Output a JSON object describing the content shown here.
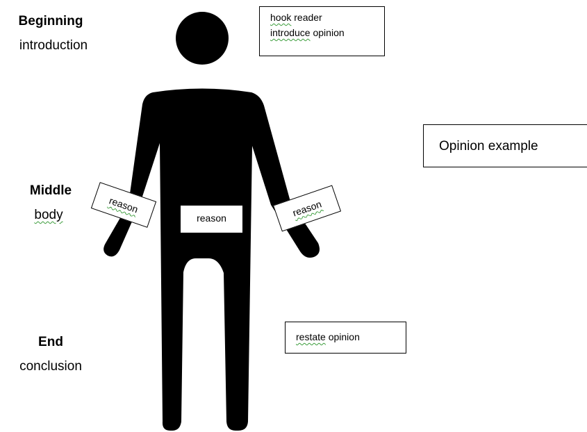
{
  "sections": {
    "beginning": {
      "title": "Beginning",
      "subtitle": "introduction"
    },
    "middle": {
      "title": "Middle",
      "subtitle": "body"
    },
    "end": {
      "title": "End",
      "subtitle": "conclusion"
    }
  },
  "head_box": {
    "word1": "hook",
    "rest1": " reader",
    "word2": "introduce",
    "rest2": " opinion"
  },
  "title_box": "Opinion example",
  "reasons": {
    "left": "reason",
    "center": "reason",
    "right": "reason"
  },
  "restate_box": {
    "word": "restate",
    "rest": " opinion"
  },
  "colors": {
    "figure": "#000000",
    "underline": "#3a9c3a"
  }
}
